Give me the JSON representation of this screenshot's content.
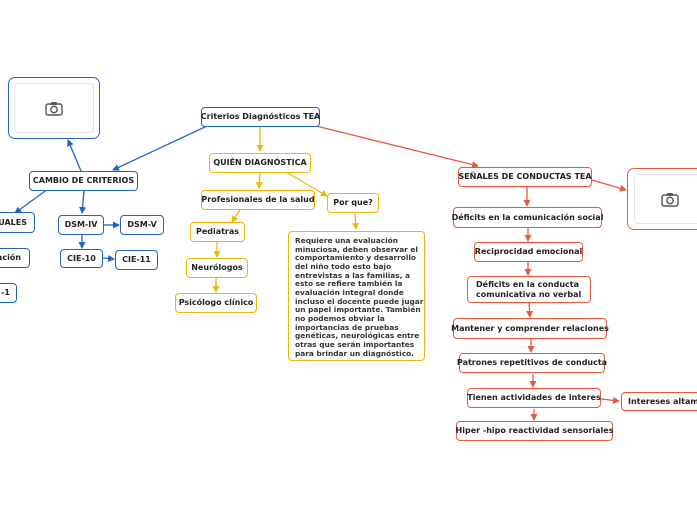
{
  "colors": {
    "blue": "#2164c1",
    "yellow": "#f2b705",
    "orange": "#e8593b"
  },
  "root": "Criterios Diagnósticos TEA",
  "left_branch": {
    "title": "CAMBIO DE CRITERIOS",
    "manuales": "UALES",
    "clasificacion": "ación",
    "one": "-1",
    "dsm_iv": "DSM-IV",
    "dsm_v": "DSM-V",
    "cie_10": "CIE-10",
    "cie_11": "CIE-11",
    "image_icon": "camera-icon"
  },
  "middle_branch": {
    "title": "QUIÉN DIAGNÓSTICA",
    "profesionales": "Profesionales de la salud",
    "pediatras": "Pediatras",
    "neurologos": "Neurólogos",
    "psicologo": "Psicólogo clínico",
    "por_que": "Por que?",
    "note": "Requiere una evaluación\nminuciosa, deben observar el\ncomportamiento y desarrollo\ndel niño todo esto bajo\nentrevistas a las familias, a\nesto se refiere también la\nevaluación integral donde\nincluso el docente puede jugar\nun papel importante. También\nno podemos obviar la\nimportancias de pruebas\ngenéticas, neurológicas entre\notras que serán importantes\npara brindar un diagnóstico."
  },
  "right_branch": {
    "title": "SEÑALES DE CONDUCTAS TEA",
    "items": [
      "Déficits en la comunicación social",
      "Reciprocidad emocional",
      "Déficits en la conducta\ncomunicativa no verbal",
      "Mantener y comprender relaciones",
      "Patrones repetitivos de conducta",
      "Tienen actividades de interes",
      "Hiper -hipo  reactividad sensoriales"
    ],
    "intereses": "Intereses altamen",
    "image_icon": "camera-icon"
  }
}
